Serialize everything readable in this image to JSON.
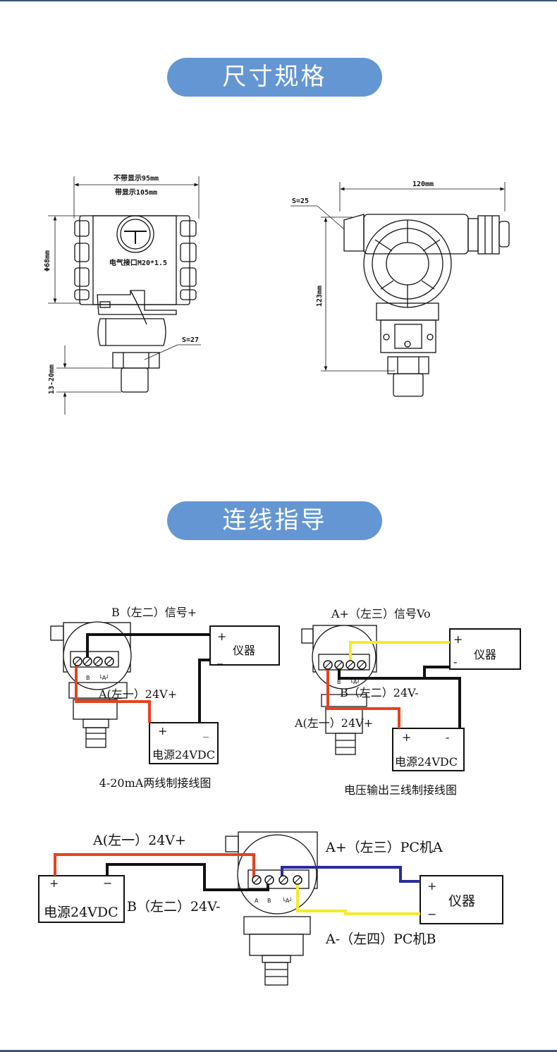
{
  "sections": {
    "dimensions": {
      "title": "尺寸规格"
    },
    "wiring": {
      "title": "连线指导"
    }
  },
  "dimension_drawings": {
    "front": {
      "width_no_display": "不带显示95mm",
      "width_with_display": "带显示105mm",
      "diameter": "Φ68mm",
      "electrical_port": "电气接口M20*1.5",
      "wrench_size": "S=27",
      "thread_length": "13-20mm"
    },
    "side": {
      "width": "120mm",
      "wrench_size": "S=25",
      "height": "123mm"
    }
  },
  "wiring_diagrams": {
    "two_wire": {
      "caption": "4-20mA两线制接线图",
      "signal_label": "B（左二）信号+",
      "power_label": "A(左一）24V+",
      "instrument": "仪器",
      "power_supply": "电源24VDC",
      "plus": "+",
      "minus": "_"
    },
    "three_wire": {
      "caption": "电压输出三线制接线图",
      "signal_label": "A+（左三）信号Vo",
      "negative_label": "B（左二）24V-",
      "power_label": "A(左一）24V+",
      "instrument": "仪器",
      "power_supply": "电源24VDC",
      "plus": "+",
      "minus": "-"
    },
    "four_wire": {
      "power_pos_label": "A(左一）24V+",
      "power_neg_label": "B（左二）24V-",
      "pc_a_label": "A+（左三）PC机A",
      "pc_b_label": "A-（左四）PC机B",
      "instrument": "仪器",
      "power_supply": "电源24VDC",
      "plus": "+",
      "minus": "−"
    }
  },
  "terminal_labels": {
    "b": "B",
    "a": "A",
    "a_bracket": "└A┘"
  },
  "colors": {
    "accent": "#6596d4",
    "line": "#3f5878",
    "red_wire": "#e5431f",
    "black_wire": "#111111",
    "yellow_wire": "#f4ec2b",
    "blue_wire": "#2a2c9a"
  }
}
